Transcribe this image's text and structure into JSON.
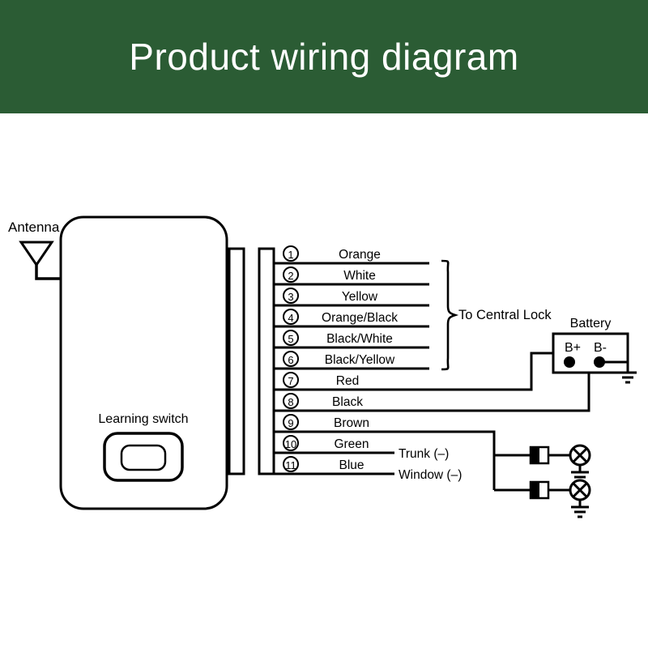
{
  "header": {
    "title": "Product wiring diagram",
    "background_color": "#2b5c34",
    "text_color": "#ffffff"
  },
  "device": {
    "antenna_label": "Antenna",
    "learning_switch_label": "Learning switch"
  },
  "wires": [
    {
      "pin": "1",
      "pin_glyph": "①",
      "color_label": "Orange"
    },
    {
      "pin": "2",
      "pin_glyph": "②",
      "color_label": "White"
    },
    {
      "pin": "3",
      "pin_glyph": "③",
      "color_label": "Yellow"
    },
    {
      "pin": "4",
      "pin_glyph": "④",
      "color_label": "Orange/Black"
    },
    {
      "pin": "5",
      "pin_glyph": "⑤",
      "color_label": "Black/White"
    },
    {
      "pin": "6",
      "pin_glyph": "⑥",
      "color_label": "Black/Yellow"
    },
    {
      "pin": "7",
      "pin_glyph": "⑦",
      "color_label": "Red"
    },
    {
      "pin": "8",
      "pin_glyph": "⑧",
      "color_label": "Black"
    },
    {
      "pin": "9",
      "pin_glyph": "⑨",
      "color_label": "Brown"
    },
    {
      "pin": "10",
      "pin_glyph": "⑩",
      "color_label": "Green"
    },
    {
      "pin": "11",
      "pin_glyph": "⑪",
      "color_label": "Blue"
    }
  ],
  "annotations": {
    "central_lock": "To Central Lock",
    "trunk": "Trunk (–)",
    "window": "Window (–)"
  },
  "battery": {
    "label": "Battery",
    "positive_terminal": "B+",
    "negative_terminal": "B-"
  }
}
